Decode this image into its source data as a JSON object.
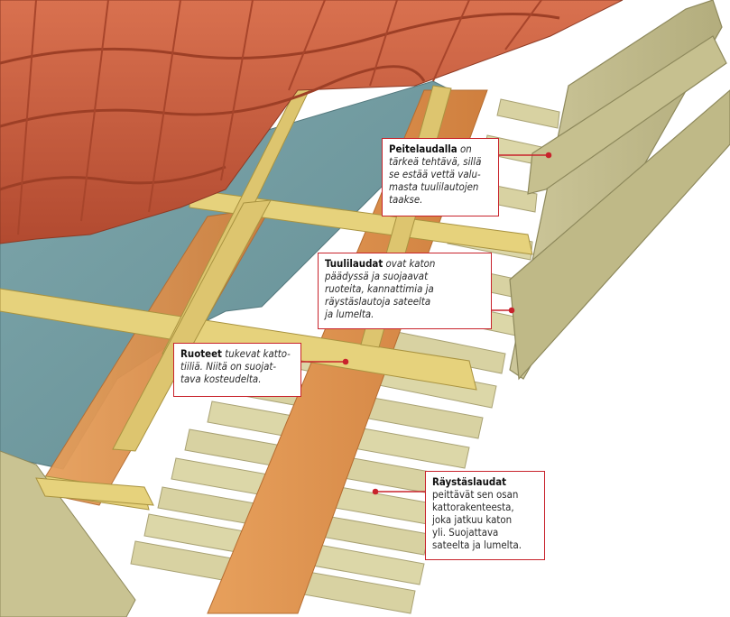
{
  "callouts": {
    "peitelaudalla": {
      "term": "Peitelaudalla",
      "first_line_rest": " on",
      "lines": [
        "tärkeä tehtävä, sillä",
        "se estää vettä valu-",
        "masta tuulilautojen",
        "taakse."
      ]
    },
    "tuulilaudat": {
      "term": "Tuulilaudat",
      "first_line_rest": " ovat katon",
      "lines": [
        "päädyssä ja suojaavat",
        "ruoteita, kannattimia ja",
        "räystäslautoja sateelta",
        "ja lumelta."
      ]
    },
    "ruoteet": {
      "term": "Ruoteet",
      "first_line_rest": " tukevat katto-",
      "lines": [
        "tiiliä. Niitä on suojat-",
        "tava kosteudelta."
      ]
    },
    "raystaslaudat": {
      "term": "Räystäslaudat",
      "lines": [
        "peittävät sen osan",
        "kattorakenteesta,",
        "joka jatkuu katon",
        "yli. Suojattava",
        "sateelta ja lumelta."
      ]
    }
  },
  "colors": {
    "callout_border": "#c8232c",
    "tile": "#c85a3c",
    "membrane": "#6f9aa0",
    "batten": "#e2cd78",
    "rafter": "#d88c48",
    "board": "#d7d29e"
  }
}
